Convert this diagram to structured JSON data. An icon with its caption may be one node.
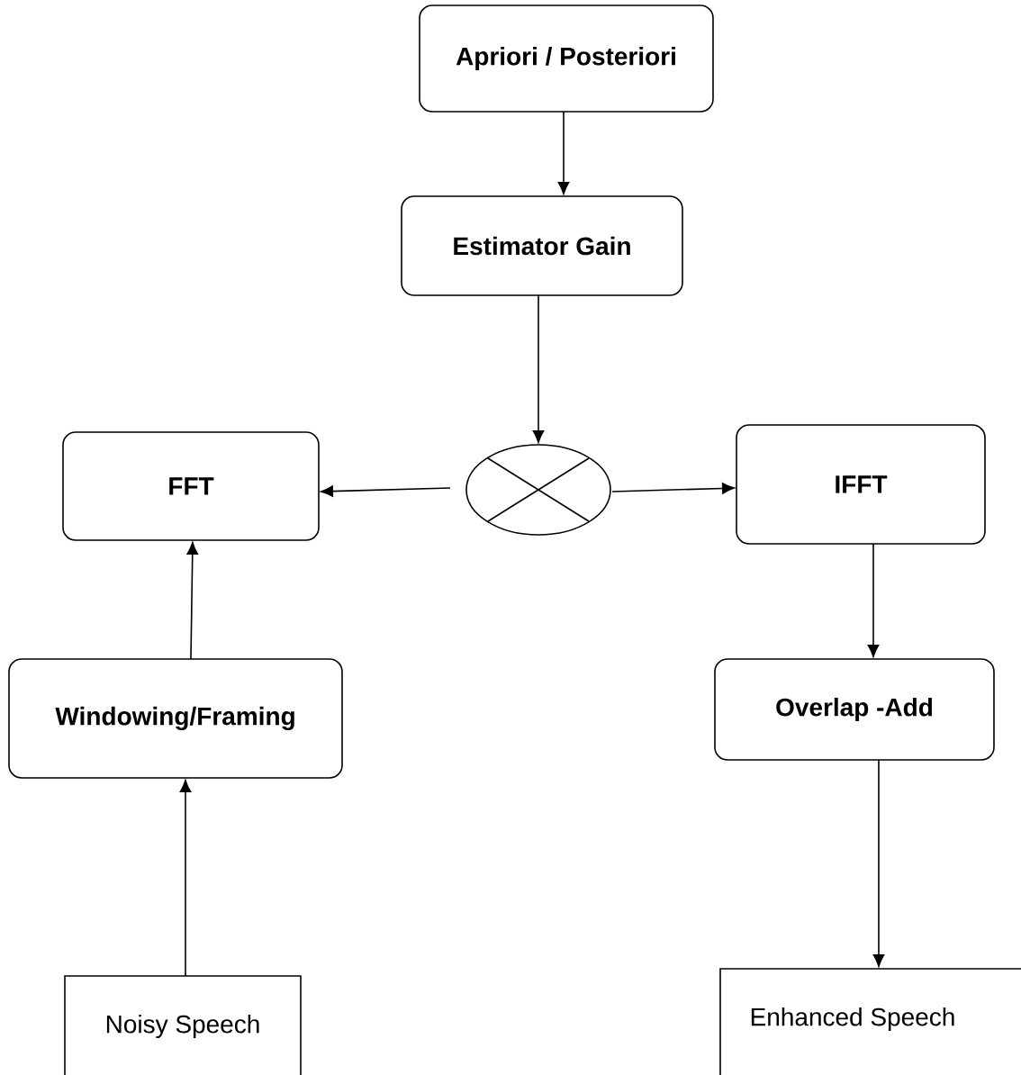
{
  "diagram": {
    "nodes": [
      {
        "text": [
          "Apriori / Posteriori"
        ]
      },
      {
        "text": [
          "Estimator Gain"
        ]
      },
      {
        "text": [],
        "shape": "circle"
      },
      {
        "text": [
          "FFT"
        ]
      },
      {
        "text": [
          "IFFT"
        ]
      },
      {
        "text": [
          "Windowing/Framing"
        ]
      },
      {
        "text": [
          "Overlap -Add"
        ]
      },
      {
        "text": [
          "Noisy Speech"
        ]
      },
      {
        "text": [
          "Enhanced Speech"
        ]
      }
    ],
    "edges": [
      {
        "from": 0,
        "to": 1,
        "arrow": "to"
      },
      {
        "from": 1,
        "to": 2,
        "arrow": "to"
      },
      {
        "from": 2,
        "to": 3,
        "arrow": "to"
      },
      {
        "from": 2,
        "to": 4,
        "arrow": "to"
      },
      {
        "from": 4,
        "to": 6,
        "arrow": "to"
      },
      {
        "from": 6,
        "to": 8,
        "arrow": "to"
      },
      {
        "from": 7,
        "to": 5,
        "arrow": "to"
      },
      {
        "from": 5,
        "to": 3,
        "arrow": "to"
      }
    ]
  }
}
